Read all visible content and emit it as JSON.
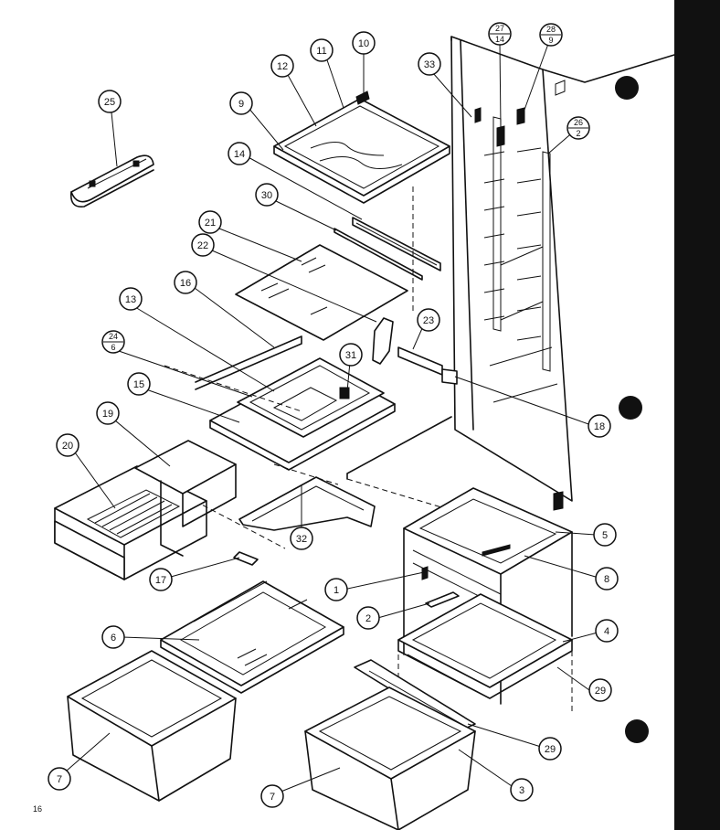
{
  "page_number": "16",
  "colors": {
    "ink": "#111111",
    "paper": "#ffffff"
  },
  "callouts": {
    "c1": "1",
    "c2": "2",
    "c3": "3",
    "c4": "4",
    "c5": "5",
    "c6a": "6",
    "c7a": "7",
    "c7b": "7",
    "c8": "8",
    "c9": "9",
    "c10": "10",
    "c11": "11",
    "c12": "12",
    "c13": "13",
    "c14": "14",
    "c15": "15",
    "c16": "16",
    "c17": "17",
    "c18": "18",
    "c19": "19",
    "c20": "20",
    "c21": "21",
    "c22": "22",
    "c23": "23",
    "c25": "25",
    "c29a": "29",
    "c29b": "29",
    "c30": "30",
    "c31": "31",
    "c32": "32",
    "c33": "33"
  },
  "fractions": {
    "f24_6": {
      "top": "24",
      "bottom": "6"
    },
    "f26_2": {
      "top": "26",
      "bottom": "2"
    },
    "f27_14": {
      "top": "27",
      "bottom": "14"
    },
    "f28_9": {
      "top": "28",
      "bottom": "9"
    }
  }
}
